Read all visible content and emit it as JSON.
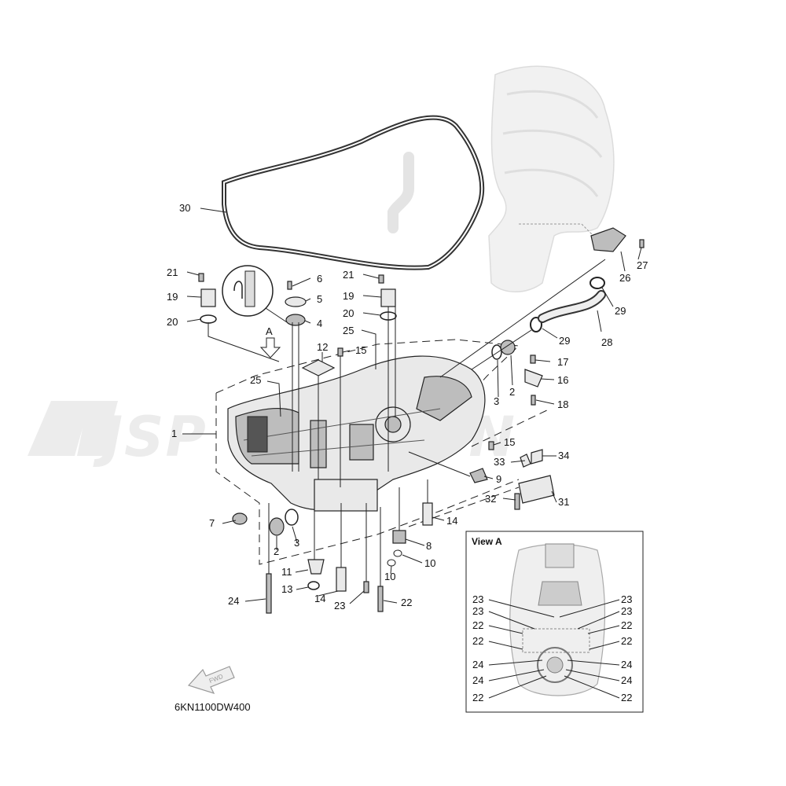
{
  "diagram": {
    "drawing_code": "6KN1100DW400",
    "watermark": "JSP ORATION",
    "view_label": "View A",
    "view_marker": "A",
    "fwd_label": "FWD"
  },
  "callouts": [
    {
      "id": "c30",
      "text": "30"
    },
    {
      "id": "c21a",
      "text": "21"
    },
    {
      "id": "c19a",
      "text": "19"
    },
    {
      "id": "c20a",
      "text": "20"
    },
    {
      "id": "c6",
      "text": "6"
    },
    {
      "id": "c5",
      "text": "5"
    },
    {
      "id": "c4",
      "text": "4"
    },
    {
      "id": "c21b",
      "text": "21"
    },
    {
      "id": "c19b",
      "text": "19"
    },
    {
      "id": "c20b",
      "text": "20"
    },
    {
      "id": "c25a",
      "text": "25"
    },
    {
      "id": "c12",
      "text": "12"
    },
    {
      "id": "c15a",
      "text": "15"
    },
    {
      "id": "c25b",
      "text": "25"
    },
    {
      "id": "c1",
      "text": "1"
    },
    {
      "id": "c26",
      "text": "26"
    },
    {
      "id": "c27",
      "text": "27"
    },
    {
      "id": "c29a",
      "text": "29"
    },
    {
      "id": "c28",
      "text": "28"
    },
    {
      "id": "c29b",
      "text": "29"
    },
    {
      "id": "c17",
      "text": "17"
    },
    {
      "id": "c2a",
      "text": "2"
    },
    {
      "id": "c3a",
      "text": "3"
    },
    {
      "id": "c16",
      "text": "16"
    },
    {
      "id": "c18",
      "text": "18"
    },
    {
      "id": "c15b",
      "text": "15"
    },
    {
      "id": "c33",
      "text": "33"
    },
    {
      "id": "c34",
      "text": "34"
    },
    {
      "id": "c9",
      "text": "9"
    },
    {
      "id": "c32",
      "text": "32"
    },
    {
      "id": "c31",
      "text": "31"
    },
    {
      "id": "c14a",
      "text": "14"
    },
    {
      "id": "c7",
      "text": "7"
    },
    {
      "id": "c3b",
      "text": "3"
    },
    {
      "id": "c2b",
      "text": "2"
    },
    {
      "id": "c8",
      "text": "8"
    },
    {
      "id": "c10a",
      "text": "10"
    },
    {
      "id": "c10b",
      "text": "10"
    },
    {
      "id": "c11",
      "text": "11"
    },
    {
      "id": "c13",
      "text": "13"
    },
    {
      "id": "c14b",
      "text": "14"
    },
    {
      "id": "c24",
      "text": "24"
    },
    {
      "id": "c23",
      "text": "23"
    },
    {
      "id": "c22",
      "text": "22"
    }
  ],
  "view_a_callouts": [
    {
      "id": "v23l1",
      "text": "23"
    },
    {
      "id": "v23r1",
      "text": "23"
    },
    {
      "id": "v23l2",
      "text": "23"
    },
    {
      "id": "v23r2",
      "text": "23"
    },
    {
      "id": "v22l1",
      "text": "22"
    },
    {
      "id": "v22r1",
      "text": "22"
    },
    {
      "id": "v22l2",
      "text": "22"
    },
    {
      "id": "v22r2",
      "text": "22"
    },
    {
      "id": "v24l1",
      "text": "24"
    },
    {
      "id": "v24r1",
      "text": "24"
    },
    {
      "id": "v24l2",
      "text": "24"
    },
    {
      "id": "v24r2",
      "text": "24"
    },
    {
      "id": "v22l3",
      "text": "22"
    },
    {
      "id": "v22r3",
      "text": "22"
    }
  ]
}
